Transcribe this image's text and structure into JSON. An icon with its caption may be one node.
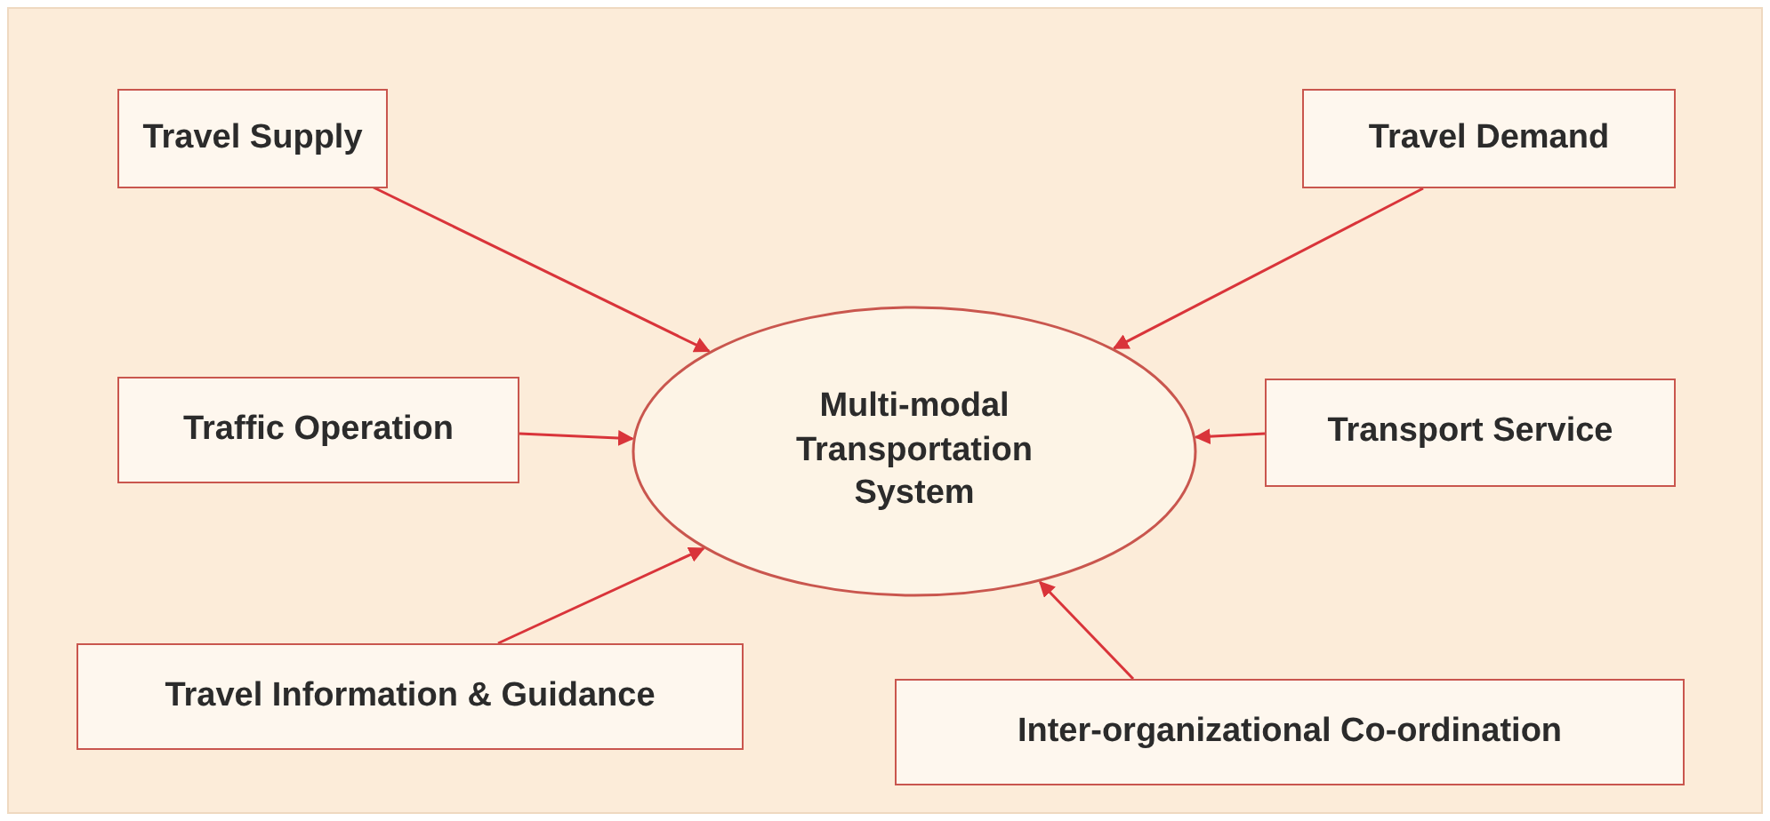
{
  "diagram": {
    "nodes": [
      {
        "text": [
          "Multi-modal Transportation System"
        ]
      },
      {
        "text": [
          "Travel Supply"
        ]
      },
      {
        "text": [
          "Travel Demand"
        ]
      },
      {
        "text": [
          "Traffic Operation"
        ]
      },
      {
        "text": [
          "Transport Service"
        ]
      },
      {
        "text": [
          "Travel Information & Guidance"
        ]
      },
      {
        "text": [
          "Inter-organizational Co-ordination"
        ]
      }
    ],
    "edges": [
      {
        "from": 1,
        "to": 0,
        "arrow": "to"
      },
      {
        "from": 2,
        "to": 0,
        "arrow": "to"
      },
      {
        "from": 3,
        "to": 0,
        "arrow": "to"
      },
      {
        "from": 4,
        "to": 0,
        "arrow": "to"
      },
      {
        "from": 5,
        "to": 0,
        "arrow": "to"
      },
      {
        "from": 6,
        "to": 0,
        "arrow": "to"
      }
    ]
  }
}
